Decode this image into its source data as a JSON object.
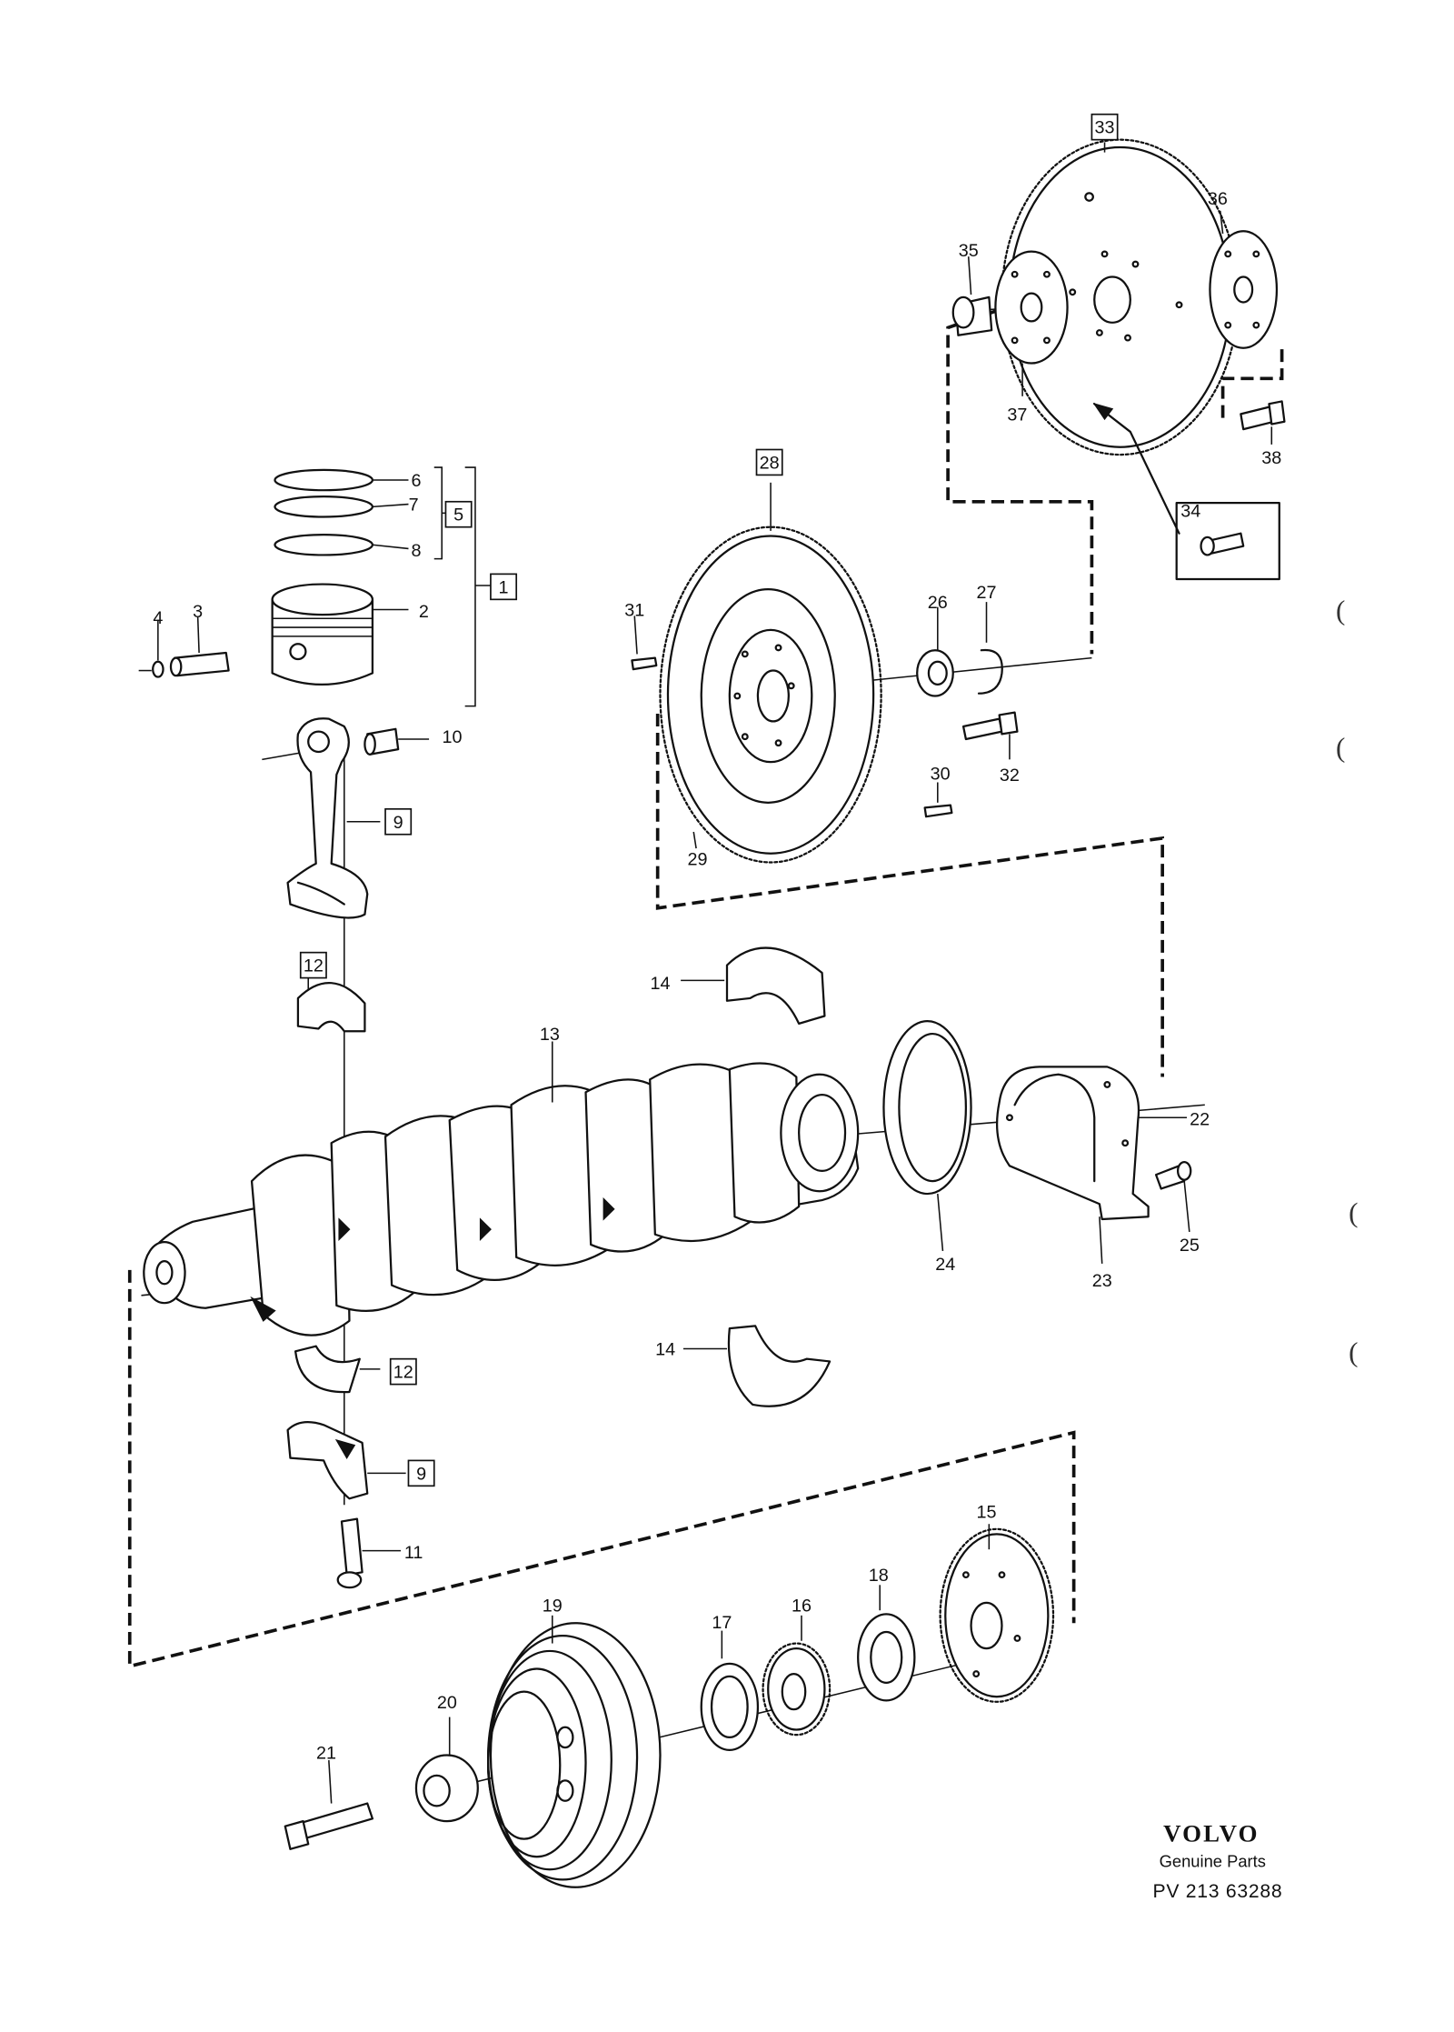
{
  "callouts": {
    "c1": "1",
    "c2": "2",
    "c3": "3",
    "c4": "4",
    "c5": "5",
    "c6": "6",
    "c7": "7",
    "c8": "8",
    "c9a": "9",
    "c9b": "9",
    "c10": "10",
    "c11": "11",
    "c12a": "12",
    "c12b": "12",
    "c13": "13",
    "c14a": "14",
    "c14b": "14",
    "c15": "15",
    "c16": "16",
    "c17": "17",
    "c18": "18",
    "c19": "19",
    "c20": "20",
    "c21": "21",
    "c22": "22",
    "c23": "23",
    "c24": "24",
    "c25": "25",
    "c26": "26",
    "c27": "27",
    "c28": "28",
    "c29": "29",
    "c30": "30",
    "c31": "31",
    "c32": "32",
    "c33": "33",
    "c34": "34",
    "c35": "35",
    "c36": "36",
    "c37": "37",
    "c38": "38"
  },
  "footer": {
    "brand": "VOLVO",
    "subtitle": "Genuine Parts",
    "part_number": "PV 213 63288"
  }
}
